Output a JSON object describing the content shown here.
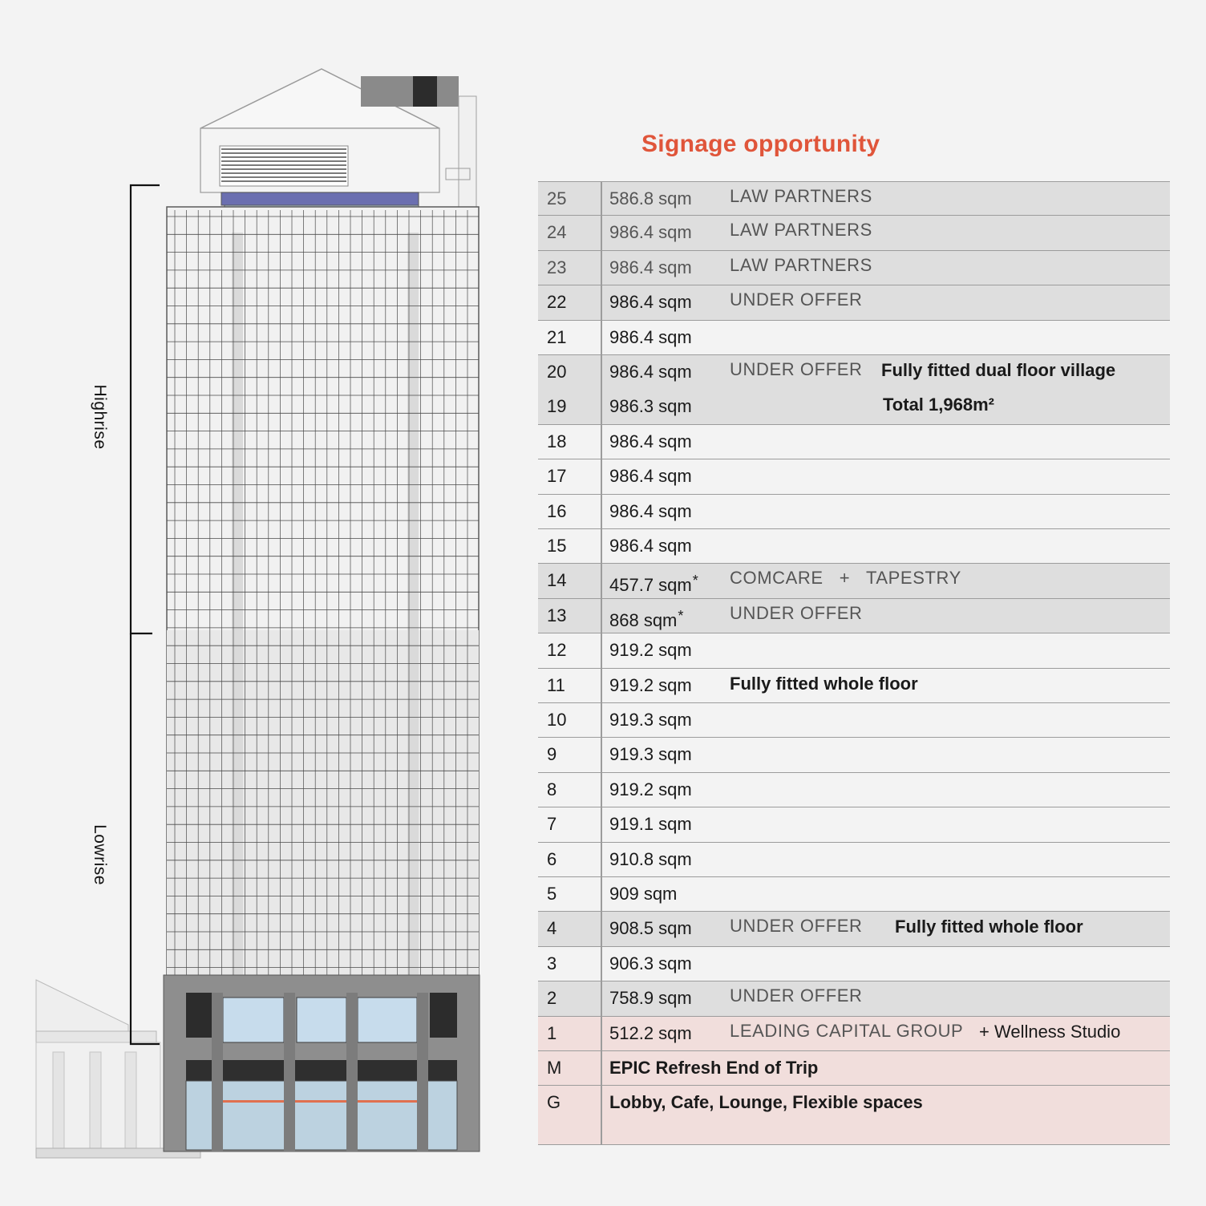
{
  "title": "Signage opportunity",
  "brace_labels": {
    "highrise": "Highrise",
    "lowrise": "Lowrise"
  },
  "colors": {
    "title": "#e0553a",
    "row_grey": "#dedede",
    "row_pink": "#f1dedc",
    "row_white": "#f3f3f3",
    "rule": "#9c9c9c"
  },
  "floors": [
    {
      "id": "25",
      "label": "25",
      "area": "586.8 sqm",
      "tenant": "LAW PARTNERS",
      "style": "grey",
      "muted": true
    },
    {
      "id": "24",
      "label": "24",
      "area": "986.4 sqm",
      "tenant": "LAW PARTNERS",
      "style": "grey",
      "muted": true
    },
    {
      "id": "23",
      "label": "23",
      "area": "986.4 sqm",
      "tenant": "LAW PARTNERS",
      "style": "grey",
      "muted": true
    },
    {
      "id": "22",
      "label": "22",
      "area": "986.4 sqm",
      "tenant": "UNDER OFFER",
      "style": "grey"
    },
    {
      "id": "21",
      "label": "21",
      "area": "986.4 sqm",
      "tenant": "",
      "style": "white"
    },
    {
      "id": "20",
      "label": "20",
      "area": "986.4 sqm",
      "tenant": "UNDER OFFER",
      "note": "Fully fitted dual floor village",
      "style": "grey"
    },
    {
      "id": "19",
      "label": "19",
      "area": "986.3 sqm",
      "tenant": "",
      "note": "Total 1,968m²",
      "style": "grey"
    },
    {
      "id": "18",
      "label": "18",
      "area": "986.4 sqm",
      "tenant": "",
      "style": "white"
    },
    {
      "id": "17",
      "label": "17",
      "area": "986.4 sqm",
      "tenant": "",
      "style": "white"
    },
    {
      "id": "16",
      "label": "16",
      "area": "986.4 sqm",
      "tenant": "",
      "style": "white"
    },
    {
      "id": "15",
      "label": "15",
      "area": "986.4 sqm",
      "tenant": "",
      "style": "white"
    },
    {
      "id": "14",
      "label": "14",
      "area": "457.7 sqm",
      "star": "*",
      "tenant": "COMCARE   +   TAPESTRY",
      "style": "grey"
    },
    {
      "id": "13",
      "label": "13",
      "area": "868 sqm",
      "star": "*",
      "tenant": "UNDER OFFER",
      "style": "grey"
    },
    {
      "id": "12",
      "label": "12",
      "area": "919.2 sqm",
      "tenant": "",
      "style": "white"
    },
    {
      "id": "11",
      "label": "11",
      "area": "919.2 sqm",
      "tenant": "",
      "note": "Fully fitted whole floor",
      "style": "white"
    },
    {
      "id": "10",
      "label": "10",
      "area": "919.3 sqm",
      "tenant": "",
      "style": "white"
    },
    {
      "id": "9",
      "label": "9",
      "area": "919.3 sqm",
      "tenant": "",
      "style": "white"
    },
    {
      "id": "8",
      "label": "8",
      "area": "919.2 sqm",
      "tenant": "",
      "style": "white"
    },
    {
      "id": "7",
      "label": "7",
      "area": "919.1 sqm",
      "tenant": "",
      "style": "white"
    },
    {
      "id": "6",
      "label": "6",
      "area": "910.8 sqm",
      "tenant": "",
      "style": "white"
    },
    {
      "id": "5",
      "label": "5",
      "area": "909 sqm",
      "tenant": "",
      "style": "white"
    },
    {
      "id": "4",
      "label": "4",
      "area": "908.5 sqm",
      "tenant": "UNDER OFFER",
      "note": "Fully fitted whole floor",
      "style": "grey"
    },
    {
      "id": "3",
      "label": "3",
      "area": "906.3 sqm",
      "tenant": "",
      "style": "white"
    },
    {
      "id": "2",
      "label": "2",
      "area": "758.9 sqm",
      "tenant": "UNDER OFFER",
      "style": "grey"
    },
    {
      "id": "1",
      "label": "1",
      "area": "512.2 sqm",
      "tenant": "LEADING CAPITAL GROUP",
      "note": "+ Wellness Studio",
      "style": "pink"
    },
    {
      "id": "M",
      "label": "M",
      "area": "EPIC Refresh End of Trip",
      "bold_area": true,
      "tenant": "",
      "style": "pink"
    },
    {
      "id": "G",
      "label": "G",
      "area": "Lobby, Cafe, Lounge, Flexible spaces",
      "bold_area": true,
      "tenant": "",
      "style": "pink"
    }
  ]
}
